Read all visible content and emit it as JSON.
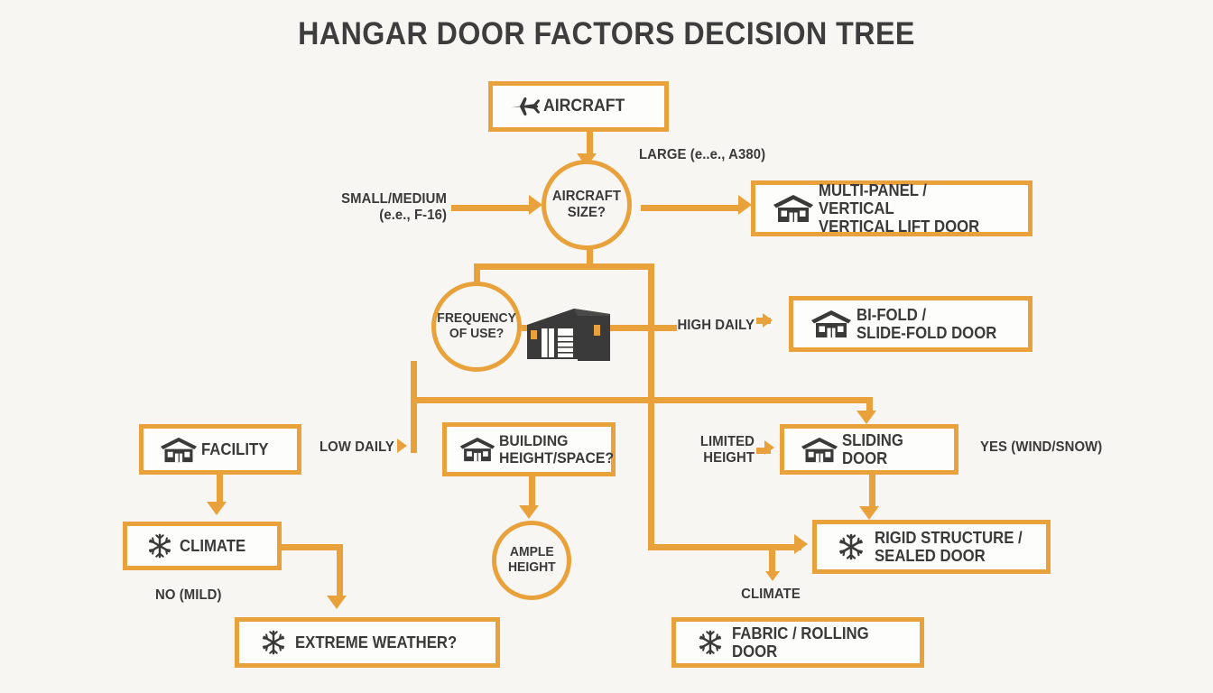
{
  "title": "HANGAR DOOR FACTORS DECISION TREE",
  "colors": {
    "accent": "#E9A23B",
    "text": "#3A3A3A",
    "background": "#F7F6F3",
    "node_fill": "#FDFDFC"
  },
  "nodes": {
    "aircraft": {
      "label": "AIRCRAFT",
      "icon": "airplane-icon"
    },
    "multi_panel": {
      "label": "MULTI-PANEL / VERTICAL\nVERTICAL LIFT DOOR",
      "icon": "hangar-icon"
    },
    "bi_fold": {
      "label": "BI-FOLD /\nSLIDE-FOLD DOOR",
      "icon": "hangar-icon"
    },
    "facility": {
      "label": "FACILITY",
      "icon": "hangar-icon"
    },
    "building_height": {
      "label": "BUILDING\nHEIGHT/SPACE?",
      "icon": "hangar-icon"
    },
    "sliding_door": {
      "label": "SLIDING DOOR",
      "icon": "hangar-icon"
    },
    "climate": {
      "label": "CLIMATE",
      "icon": "snowflake-icon"
    },
    "rigid_structure": {
      "label": "RIGID STRUCTURE /\nSEALED DOOR",
      "icon": "snowflake-icon"
    },
    "extreme_weather": {
      "label": "EXTREME WEATHER?",
      "icon": "snowflake-icon"
    },
    "fabric_rolling": {
      "label": "FABRIC / ROLLING DOOR",
      "icon": "snowflake-icon"
    }
  },
  "decisions": {
    "aircraft_size": {
      "label": "AIRCRAFT\nSIZE?"
    },
    "frequency_use": {
      "label": "FREQUENCY\nOF USE?"
    },
    "ample_height": {
      "label": "AMPLE\nHEIGHT"
    }
  },
  "edge_labels": {
    "small_medium": "SMALL/MEDIUM\n(e.e., F-16)",
    "large": "LARGE (e..e., A380)",
    "high_daily": "HIGH DAILY",
    "low_daily": "LOW DAILY",
    "limited_height": "LIMITED\nHEIGHT",
    "yes_wind_snow": "YES (WIND/SNOW)",
    "no_mild": "NO (MILD)",
    "climate_branch": "CLIMATE"
  },
  "illustration": {
    "hangar_building": "hangar-building-illustration"
  }
}
